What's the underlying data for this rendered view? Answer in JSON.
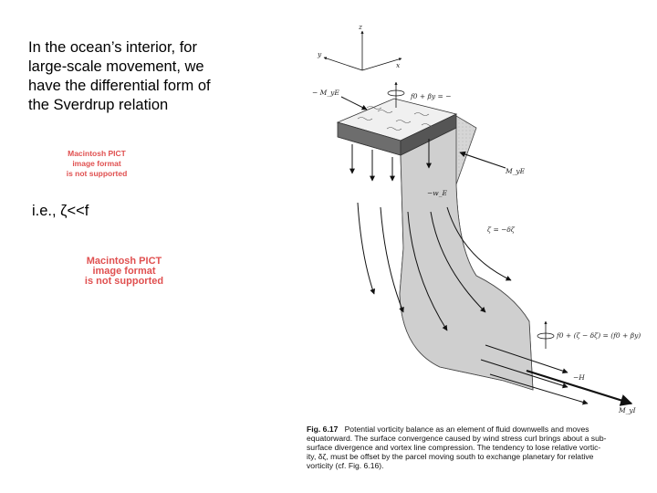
{
  "body_text": {
    "lines": [
      "In the ocean’s interior, for",
      "large-scale movement, we",
      "have the differential form of",
      "the Sverdrup relation"
    ]
  },
  "pict_placeholder_1": [
    "Macintosh PICT",
    "image format",
    "is not supported"
  ],
  "pict_placeholder_2": [
    "Macintosh PICT",
    "image format",
    "is not supported"
  ],
  "ie_text": "i.e.,  ζ<<f",
  "figure": {
    "labels": {
      "z": "z",
      "y": "y",
      "x": "x",
      "m_ye_top": "− M_yE",
      "f0_top": "f0 + βy = −",
      "m_ye_right": "M_yE",
      "w_e": "−w_E",
      "zeta": "ζ = −δζ",
      "f0_bottom": "f0 + (ζ − δζ) = (f0 + βy)",
      "h": "−H",
      "m_yi": "M_yI"
    },
    "caption": {
      "label": "Fig. 6.17",
      "lines": [
        "Potential vorticity balance as an element of fluid downwells and moves",
        "equatorward. The surface convergence caused by wind stress curl brings about a sub-",
        "surface divergence and vortex line compression. The tendency to lose relative vortic-",
        "ity, δζ, must be offset by the parcel moving south to exchange planetary for relative",
        "vorticity (cf. Fig. 6.16)."
      ]
    }
  },
  "colors": {
    "text": "#000000",
    "pict_placeholder": "#e05050",
    "column_fill": "#d9d9d9",
    "cap_fill": "#6d6d6d"
  }
}
